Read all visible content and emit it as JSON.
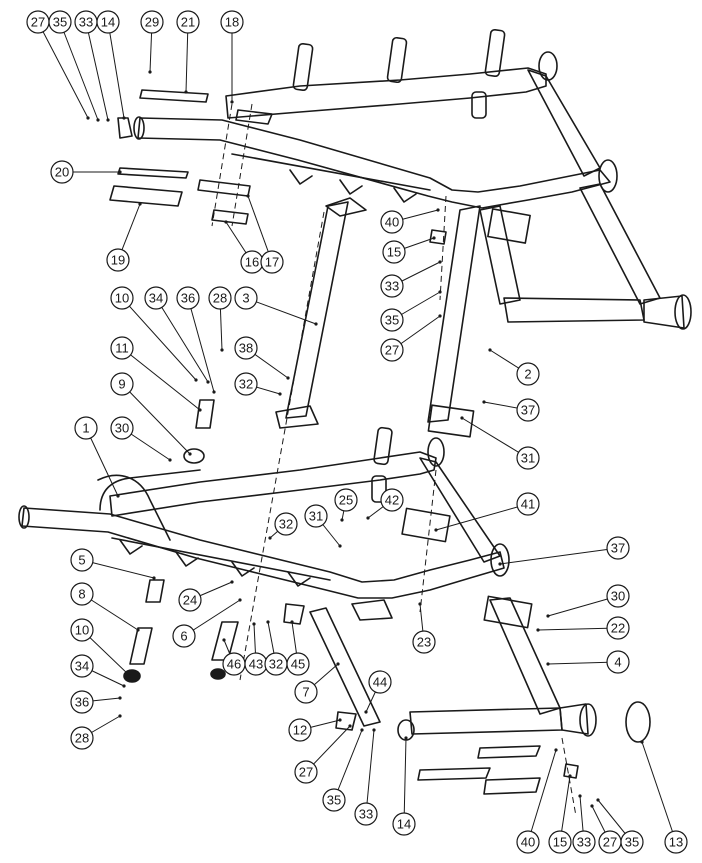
{
  "diagram": {
    "callouts": [
      {
        "id": "c27a",
        "label": "27"
      },
      {
        "id": "c35a",
        "label": "35"
      },
      {
        "id": "c33a",
        "label": "33"
      },
      {
        "id": "c14a",
        "label": "14"
      },
      {
        "id": "c29",
        "label": "29"
      },
      {
        "id": "c21",
        "label": "21"
      },
      {
        "id": "c18",
        "label": "18"
      },
      {
        "id": "c20",
        "label": "20"
      },
      {
        "id": "c19",
        "label": "19"
      },
      {
        "id": "c16",
        "label": "16"
      },
      {
        "id": "c17",
        "label": "17"
      },
      {
        "id": "c40a",
        "label": "40"
      },
      {
        "id": "c15a",
        "label": "15"
      },
      {
        "id": "c33b",
        "label": "33"
      },
      {
        "id": "c35b",
        "label": "35"
      },
      {
        "id": "c27b",
        "label": "27"
      },
      {
        "id": "c10a",
        "label": "10"
      },
      {
        "id": "c34a",
        "label": "34"
      },
      {
        "id": "c36a",
        "label": "36"
      },
      {
        "id": "c28a",
        "label": "28"
      },
      {
        "id": "c11",
        "label": "11"
      },
      {
        "id": "c3",
        "label": "3"
      },
      {
        "id": "c38",
        "label": "38"
      },
      {
        "id": "c32a",
        "label": "32"
      },
      {
        "id": "c9",
        "label": "9"
      },
      {
        "id": "c2",
        "label": "2"
      },
      {
        "id": "c37a",
        "label": "37"
      },
      {
        "id": "c31a",
        "label": "31"
      },
      {
        "id": "c1",
        "label": "1"
      },
      {
        "id": "c30a",
        "label": "30"
      },
      {
        "id": "c25",
        "label": "25"
      },
      {
        "id": "c42",
        "label": "42"
      },
      {
        "id": "c31b",
        "label": "31"
      },
      {
        "id": "c32b",
        "label": "32"
      },
      {
        "id": "c41",
        "label": "41"
      },
      {
        "id": "c37b",
        "label": "37"
      },
      {
        "id": "c5",
        "label": "5"
      },
      {
        "id": "c8",
        "label": "8"
      },
      {
        "id": "c24",
        "label": "24"
      },
      {
        "id": "c6",
        "label": "6"
      },
      {
        "id": "c30b",
        "label": "30"
      },
      {
        "id": "c22",
        "label": "22"
      },
      {
        "id": "c4",
        "label": "4"
      },
      {
        "id": "c23",
        "label": "23"
      },
      {
        "id": "c10b",
        "label": "10"
      },
      {
        "id": "c34b",
        "label": "34"
      },
      {
        "id": "c36b",
        "label": "36"
      },
      {
        "id": "c28b",
        "label": "28"
      },
      {
        "id": "c46",
        "label": "46"
      },
      {
        "id": "c43",
        "label": "43"
      },
      {
        "id": "c32c",
        "label": "32"
      },
      {
        "id": "c45",
        "label": "45"
      },
      {
        "id": "c7",
        "label": "7"
      },
      {
        "id": "c44",
        "label": "44"
      },
      {
        "id": "c12",
        "label": "12"
      },
      {
        "id": "c27c",
        "label": "27"
      },
      {
        "id": "c35c",
        "label": "35"
      },
      {
        "id": "c33c",
        "label": "33"
      },
      {
        "id": "c14b",
        "label": "14"
      },
      {
        "id": "c40b",
        "label": "40"
      },
      {
        "id": "c15b",
        "label": "15"
      },
      {
        "id": "c33d",
        "label": "33"
      },
      {
        "id": "c27d",
        "label": "27"
      },
      {
        "id": "c35d",
        "label": "35"
      },
      {
        "id": "c13",
        "label": "13"
      }
    ]
  }
}
